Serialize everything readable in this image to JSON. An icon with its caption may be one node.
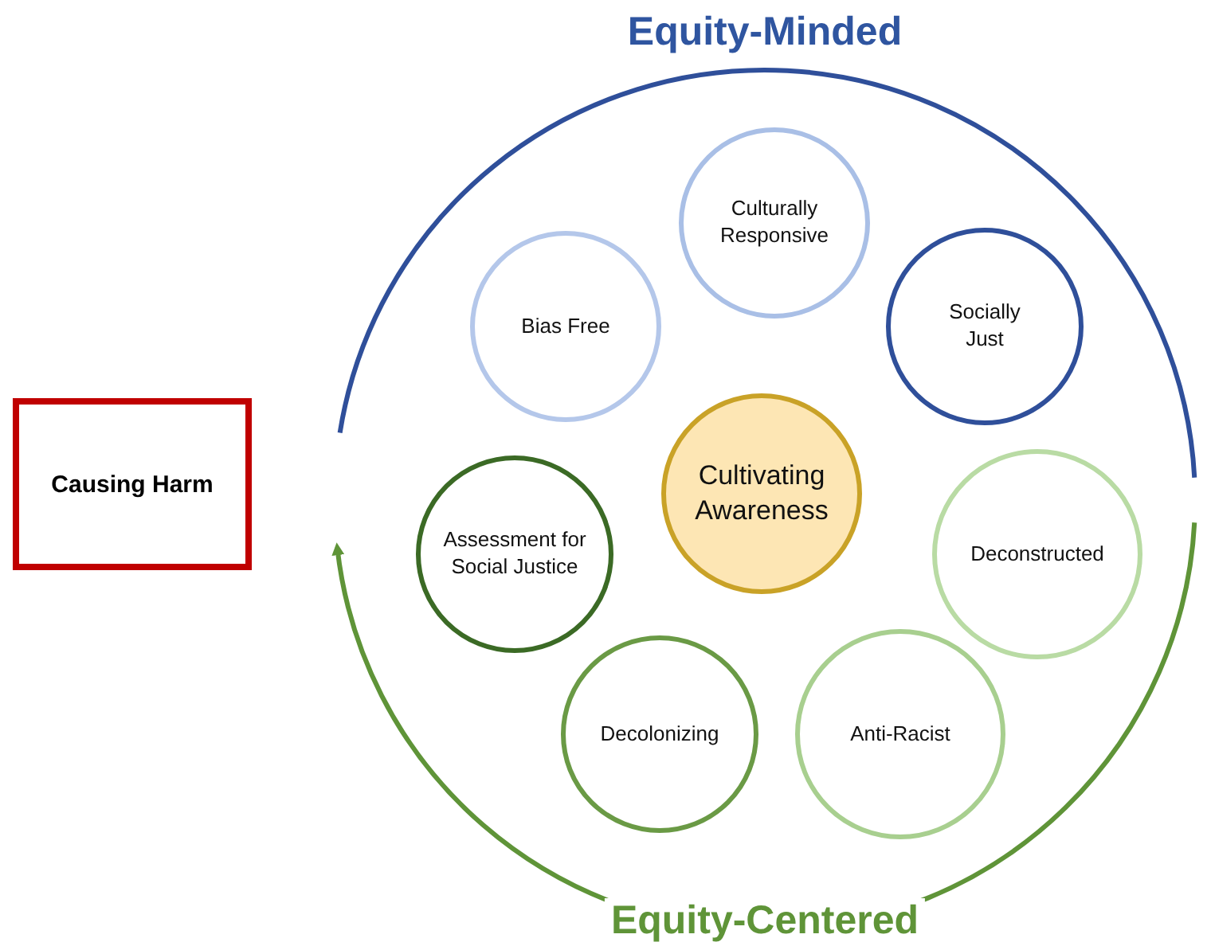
{
  "diagram": {
    "nodes": [
      {
        "text": [
          "Equity-Minded",
          "Equity-Centered"
        ]
      },
      {
        "text": [
          "Culturally Responsive"
        ],
        "in": 0
      },
      {
        "text": [
          "Bias Free"
        ],
        "in": 0
      },
      {
        "text": [
          "Socially Just"
        ],
        "in": 0
      },
      {
        "text": [
          "Cultivating Awareness"
        ],
        "in": 0
      },
      {
        "text": [
          "Assessment for Social Justice"
        ],
        "in": 0
      },
      {
        "text": [
          "Deconstructed"
        ],
        "in": 0
      },
      {
        "text": [
          "Decolonizing"
        ],
        "in": 0
      },
      {
        "text": [
          "Anti-Racist"
        ],
        "in": 0
      },
      {
        "text": [
          "Causing Harm"
        ]
      }
    ]
  }
}
